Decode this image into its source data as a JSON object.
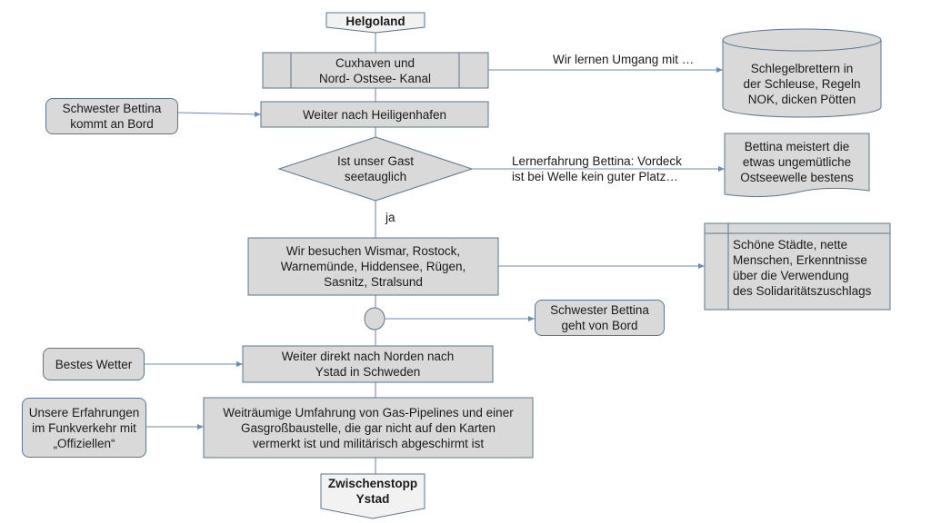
{
  "colors": {
    "fill": "#d9d9d9",
    "stroke": "#5b7590",
    "connector": "#6b8cba"
  },
  "flow": {
    "start": {
      "label": "Helgoland"
    },
    "step_cuxhaven": {
      "label": "Cuxhaven und\nNord- Ostsee- Kanal"
    },
    "step_heiligenhafen": {
      "label": "Weiter nach Heiligenhafen"
    },
    "decision": {
      "label": "Ist unser Gast\nseetauglich",
      "yes_label": "ja"
    },
    "step_visit": {
      "label": "Wir besuchen Wismar, Rostock,\nWarnemünde, Hiddensee, Rügen,\nSasnitz, Stralsund"
    },
    "step_ystad": {
      "label": "Weiter direkt nach Norden nach\nYstad in Schweden"
    },
    "step_detour": {
      "label": "Weiträumige Umfahrung von Gas-Pipelines und einer\nGasgroßbaustelle, die gar nicht auf den Karten\nvermerkt ist und militärisch abgeschirmt ist"
    },
    "end": {
      "label": "Zwischenstopp\nYstad"
    }
  },
  "side": {
    "bettina_on": {
      "label": "Schwester Bettina\nkommt an Bord"
    },
    "bettina_off": {
      "label": "Schwester Bettina\ngeht von Bord"
    },
    "weather": {
      "label": "Bestes Wetter"
    },
    "radio": {
      "label": "Unsere Erfahrungen\nim Funkverkehr mit\n„Offiziellen“"
    },
    "database": {
      "label": "Schlegelbrettern in\nder Schleuse, Regeln\nNOK, dicken Pötten"
    },
    "document": {
      "label": "Bettina meistert die\netwas ungemütliche\nOstseewelle bestens"
    },
    "storage": {
      "label": "Schöne Städte, nette\nMenschen,  Erkenntnisse\nüber die Verwendung\ndes Solidaritätszuschlags"
    }
  },
  "edge_labels": {
    "learn": "Wir lernen Umgang mit …",
    "lesson": "Lernerfahrung Bettina: Vordeck\nist bei Welle kein guter Platz…"
  }
}
